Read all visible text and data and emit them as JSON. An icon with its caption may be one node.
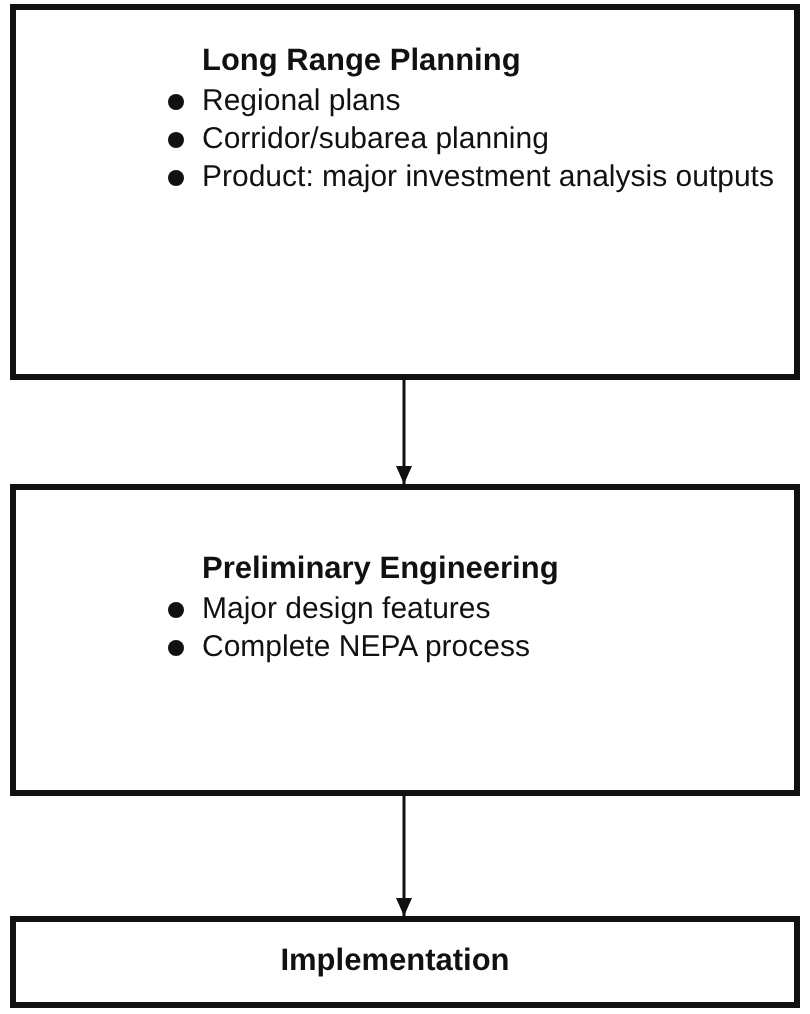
{
  "diagram": {
    "nodes": [
      {
        "text": [
          "Long Range Planning",
          "Regional plans",
          "Corridor/subarea planning",
          "Product: major investment analysis outputs"
        ]
      },
      {
        "text": [
          "Preliminary Engineering",
          "Major design features",
          "Complete NEPA process"
        ]
      },
      {
        "text": [
          "Implementation"
        ]
      }
    ],
    "edges": [
      {
        "from": 0,
        "to": 1,
        "arrow": "to"
      },
      {
        "from": 1,
        "to": 2,
        "arrow": "to"
      }
    ]
  }
}
